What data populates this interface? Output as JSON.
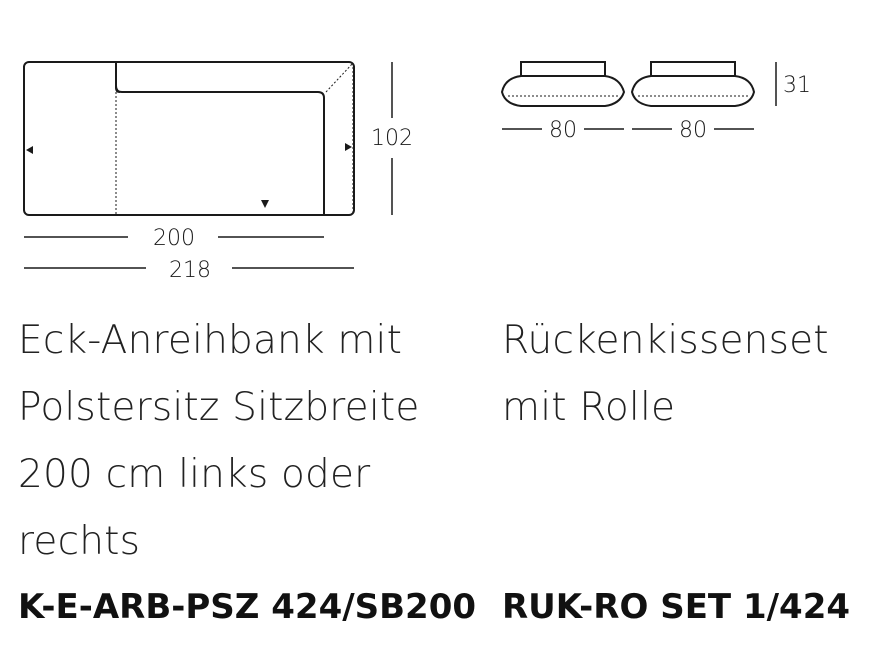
{
  "products": [
    {
      "dimensions": {
        "inner_width": "200",
        "total_width": "218",
        "depth": "102"
      },
      "description": "Eck-Anreihbank mit\nPolstersitz Sitzbreite\n200 cm links oder\nrechts",
      "code": "K-E-ARB-PSZ 424/SB200"
    },
    {
      "dimensions": {
        "width_left": "80",
        "width_right": "80",
        "height": "31"
      },
      "description": "Rückenkissenset\nmit Rolle",
      "code": "RUK-RO SET 1/424"
    }
  ]
}
